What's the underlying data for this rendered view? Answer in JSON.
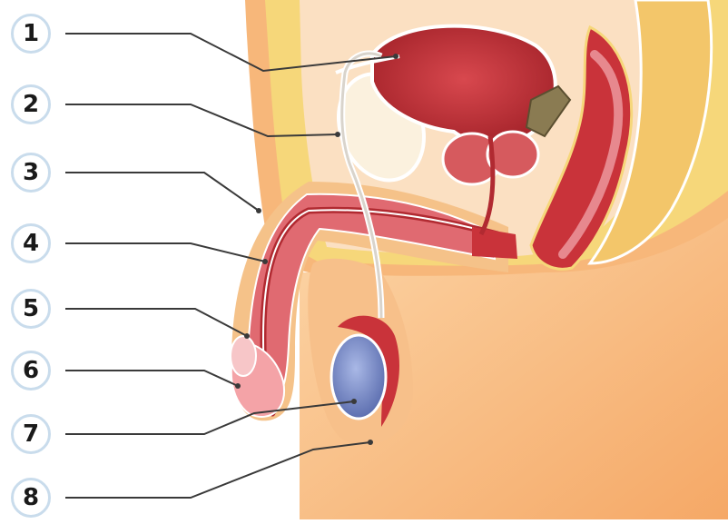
{
  "diagram": {
    "labels": [
      {
        "number": "1",
        "target": "ureter"
      },
      {
        "number": "2",
        "target": "vas-deferens"
      },
      {
        "number": "3",
        "target": "corpus-cavernosum"
      },
      {
        "number": "4",
        "target": "urethra"
      },
      {
        "number": "5",
        "target": "corpus-spongiosum"
      },
      {
        "number": "6",
        "target": "glans"
      },
      {
        "number": "7",
        "target": "testis"
      },
      {
        "number": "8",
        "target": "scrotum"
      }
    ],
    "colors": {
      "skin": "#f7b77a",
      "skin_light": "#fbd2a5",
      "fat_yellow": "#f6d77a",
      "muscle_red": "#c9333a",
      "muscle_dark": "#9d2128",
      "pink": "#e7888e",
      "testis_blue": "#7d8fc7",
      "leader": "#3a3a3a",
      "badge_ring": "#c9dcec"
    }
  }
}
